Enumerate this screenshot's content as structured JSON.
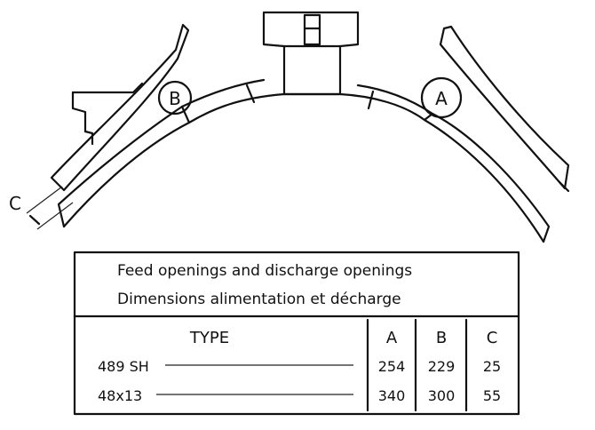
{
  "diagram": {
    "labels": {
      "a": "A",
      "b": "B",
      "c": "C"
    }
  },
  "table": {
    "title_en": "Feed openings and discharge openings",
    "title_fr": "Dimensions alimentation et décharge",
    "columns": [
      "TYPE",
      "A",
      "B",
      "C"
    ],
    "rows": [
      {
        "type": "489 SH",
        "a": "254",
        "b": "229",
        "c": "25"
      },
      {
        "type": "48x13",
        "a": "340",
        "b": "300",
        "c": "55"
      }
    ]
  }
}
